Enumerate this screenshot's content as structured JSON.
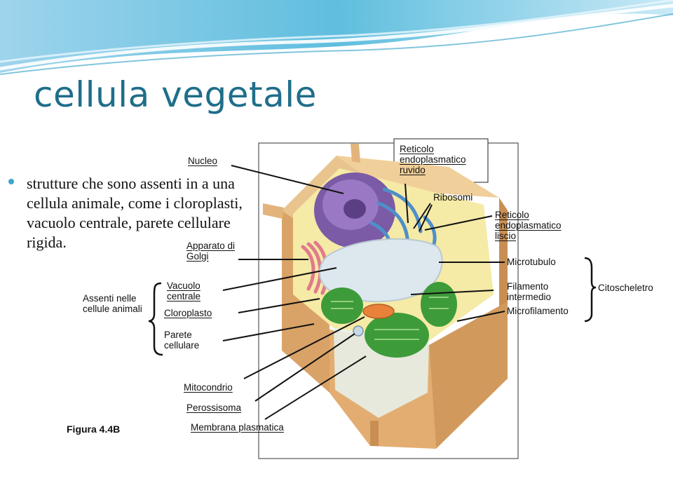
{
  "slide": {
    "title": "cellula vegetale",
    "bullet": "strutture che sono assenti in a una cellula animale, come i cloroplasti, vacuolo centrale, parete cellulare rigida.",
    "figure_caption": "Figura 4.4B"
  },
  "labels": {
    "nucleo": "Nucleo",
    "rer": "Reticolo endoplasmatico ruvido",
    "ribosomi": "Ribosomi",
    "ser": "Reticolo endoplasmatico liscio",
    "golgi": "Apparato di Golgi",
    "microtubulo": "Microtubulo",
    "filamento": "Filamento intermedio",
    "microfilamento": "Microfilamento",
    "citoscheletro": "Citoscheletro",
    "vacuolo": "Vacuolo centrale",
    "cloroplasto": "Cloroplasto",
    "parete": "Parete cellulare",
    "assenti": "Assenti nelle cellule animali",
    "mitocondrio": "Mitocondrio",
    "perossisoma": "Perossisoma",
    "membrana": "Membrana plasmatica"
  },
  "colors": {
    "title": "#1f6e8a",
    "banner": "#4fb3d6",
    "cell_wall": "#e2b47c",
    "nucleus": "#7b5aa6",
    "chloroplast": "#3e9b3a",
    "vacuole": "#dde8ee"
  }
}
